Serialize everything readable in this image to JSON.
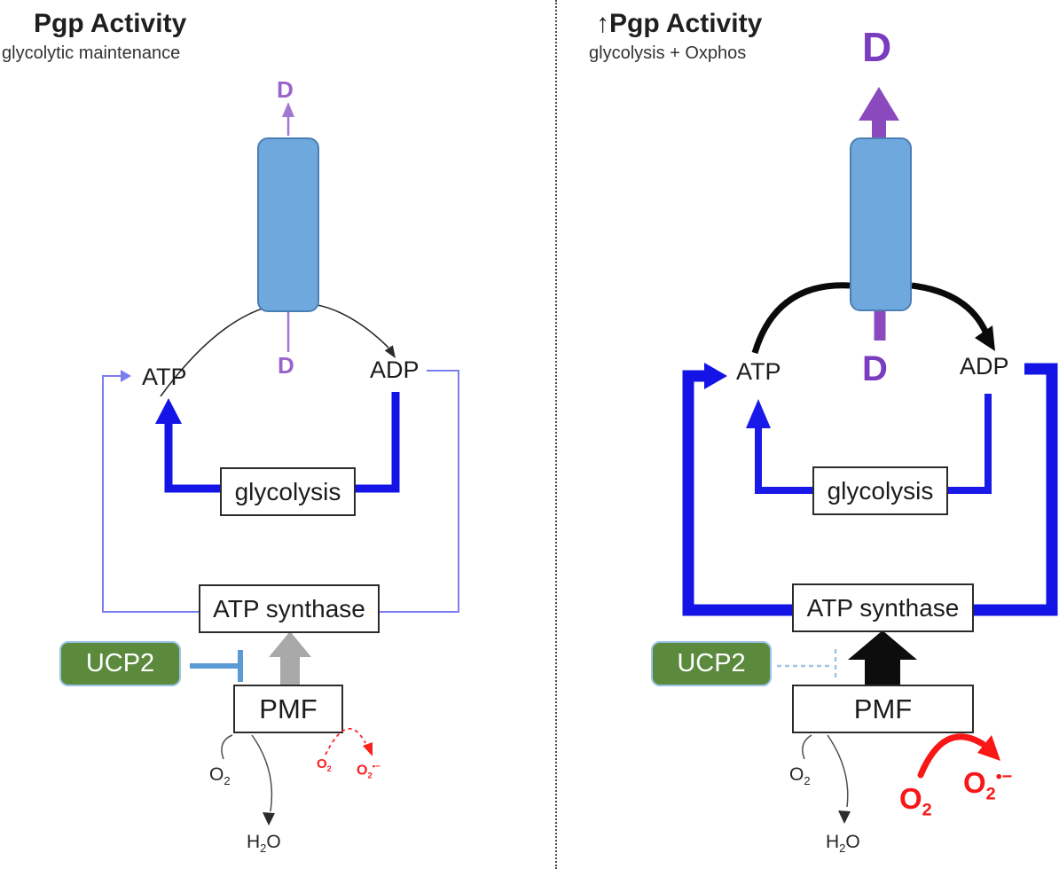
{
  "colors": {
    "transporter_fill": "#6fa8dc",
    "transporter_border": "#4a7fb5",
    "thick_loop_blue": "#1414e6",
    "thin_loop_blue": "#7b7df2",
    "purple_arrow_strong": "#8a4abd",
    "purple_arrow_light": "#a178d2",
    "drug_text_purple_light": "#9a63cc",
    "drug_text_purple_strong": "#7b3dc0",
    "ucp2_green": "#5b8a3d",
    "ucp2_border_blue": "#9dc3e6",
    "inhibition_blue": "#5b9bd5",
    "inhibition_dashed_blue": "#9dc3e6",
    "gray_arrow": "#a9a9a9",
    "ros_red": "#f81616",
    "black_arrow": "#0d0d0d",
    "text": "#1c1c1c"
  },
  "left": {
    "title": "Pgp Activity",
    "subtitle": "glycolytic maintenance",
    "drug_top": "D",
    "drug_bottom": "D",
    "atp": "ATP",
    "adp": "ADP",
    "glycolysis": "glycolysis",
    "atp_synthase": "ATP synthase",
    "ucp2": "UCP2",
    "pmf": "PMF",
    "o2": {
      "base": "O",
      "sub": "2"
    },
    "h2o": {
      "p1": "H",
      "sub": "2",
      "p2": "O"
    },
    "ros_o2": {
      "base": "O",
      "sub": "2"
    },
    "ros_superoxide": {
      "base": "O",
      "sub": "2",
      "sup": "•−"
    }
  },
  "right": {
    "title": "↑Pgp Activity",
    "subtitle": "glycolysis + Oxphos",
    "drug_top": "D",
    "drug_bottom": "D",
    "atp": "ATP",
    "adp": "ADP",
    "glycolysis": "glycolysis",
    "atp_synthase": "ATP synthase",
    "ucp2": "UCP2",
    "pmf": "PMF",
    "o2": {
      "base": "O",
      "sub": "2"
    },
    "h2o": {
      "p1": "H",
      "sub": "2",
      "p2": "O"
    },
    "ros_o2": {
      "base": "O",
      "sub": "2"
    },
    "ros_superoxide": {
      "base": "O",
      "sub": "2",
      "sup": "•−"
    }
  }
}
